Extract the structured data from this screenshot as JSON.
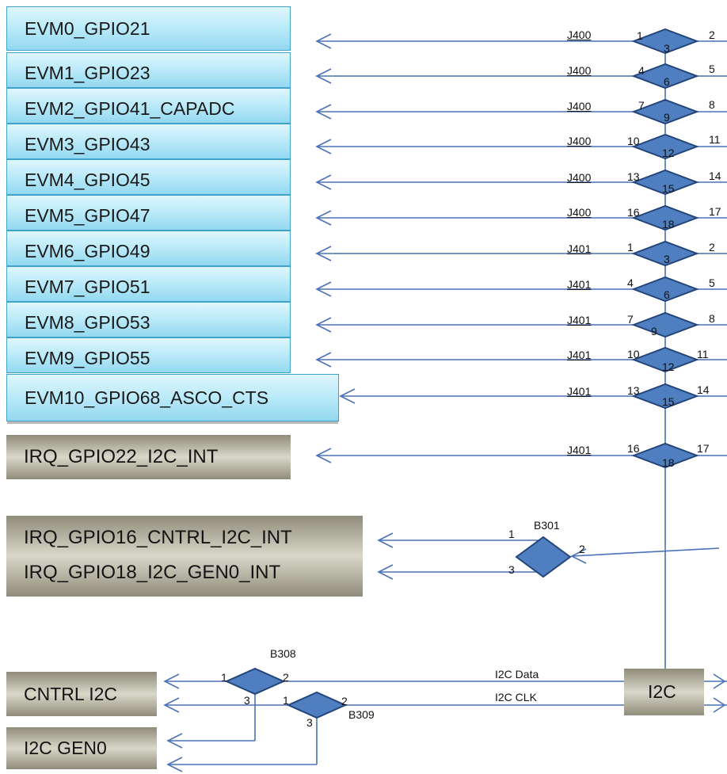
{
  "evm_boxes": [
    "EVM0_GPIO21",
    "EVM1_GPIO23",
    "EVM2_GPIO41_CAPADC",
    "EVM3_GPIO43",
    "EVM4_GPIO45",
    "EVM5_GPIO47",
    "EVM6_GPIO49",
    "EVM7_GPIO51",
    "EVM8_GPIO53",
    "EVM9_GPIO55",
    "EVM10_GPIO68_ASCO_CTS"
  ],
  "irq_boxes": {
    "irq22": "IRQ_GPIO22_I2C_INT",
    "irq16": "IRQ_GPIO16_CNTRL_I2C_INT",
    "irq18": "IRQ_GPIO18_I2C_GEN0_INT"
  },
  "bottom_boxes": {
    "cntrl_i2c": "CNTRL I2C",
    "i2c_gen0": "I2C GEN0",
    "i2c": "I2C"
  },
  "connectors": [
    {
      "name": "J400",
      "pins": [
        "1",
        "3",
        "2"
      ]
    },
    {
      "name": "J400",
      "pins": [
        "4",
        "6",
        "5"
      ]
    },
    {
      "name": "J400",
      "pins": [
        "7",
        "9",
        "8"
      ]
    },
    {
      "name": "J400",
      "pins": [
        "10",
        "12",
        "11"
      ]
    },
    {
      "name": "J400",
      "pins": [
        "13",
        "15",
        "14"
      ]
    },
    {
      "name": "J400",
      "pins": [
        "16",
        "18",
        "17"
      ]
    },
    {
      "name": "J401",
      "pins": [
        "1",
        "3",
        "2"
      ]
    },
    {
      "name": "J401",
      "pins": [
        "4",
        "6",
        "5"
      ]
    },
    {
      "name": "J401",
      "pins": [
        "7",
        "9",
        "8"
      ]
    },
    {
      "name": "J401",
      "pins": [
        "10",
        "12",
        "11"
      ]
    },
    {
      "name": "J401",
      "pins": [
        "13",
        "15",
        "14"
      ]
    },
    {
      "name": "J401",
      "pins": [
        "16",
        "18",
        "17"
      ]
    }
  ],
  "b301": {
    "name": "B301",
    "pins": [
      "1",
      "2",
      "3"
    ]
  },
  "b308": {
    "name": "B308",
    "pins": [
      "1",
      "2",
      "3"
    ]
  },
  "b309": {
    "name": "B309",
    "pins": [
      "1",
      "2",
      "3"
    ]
  },
  "signals": {
    "data": "I2C Data",
    "clk": "I2C CLK"
  },
  "colors": {
    "wire": "#4a72b8",
    "diamond_fill": "#4f7fc0",
    "diamond_stroke": "#23457a",
    "evm_border": "#3fa3c9"
  }
}
